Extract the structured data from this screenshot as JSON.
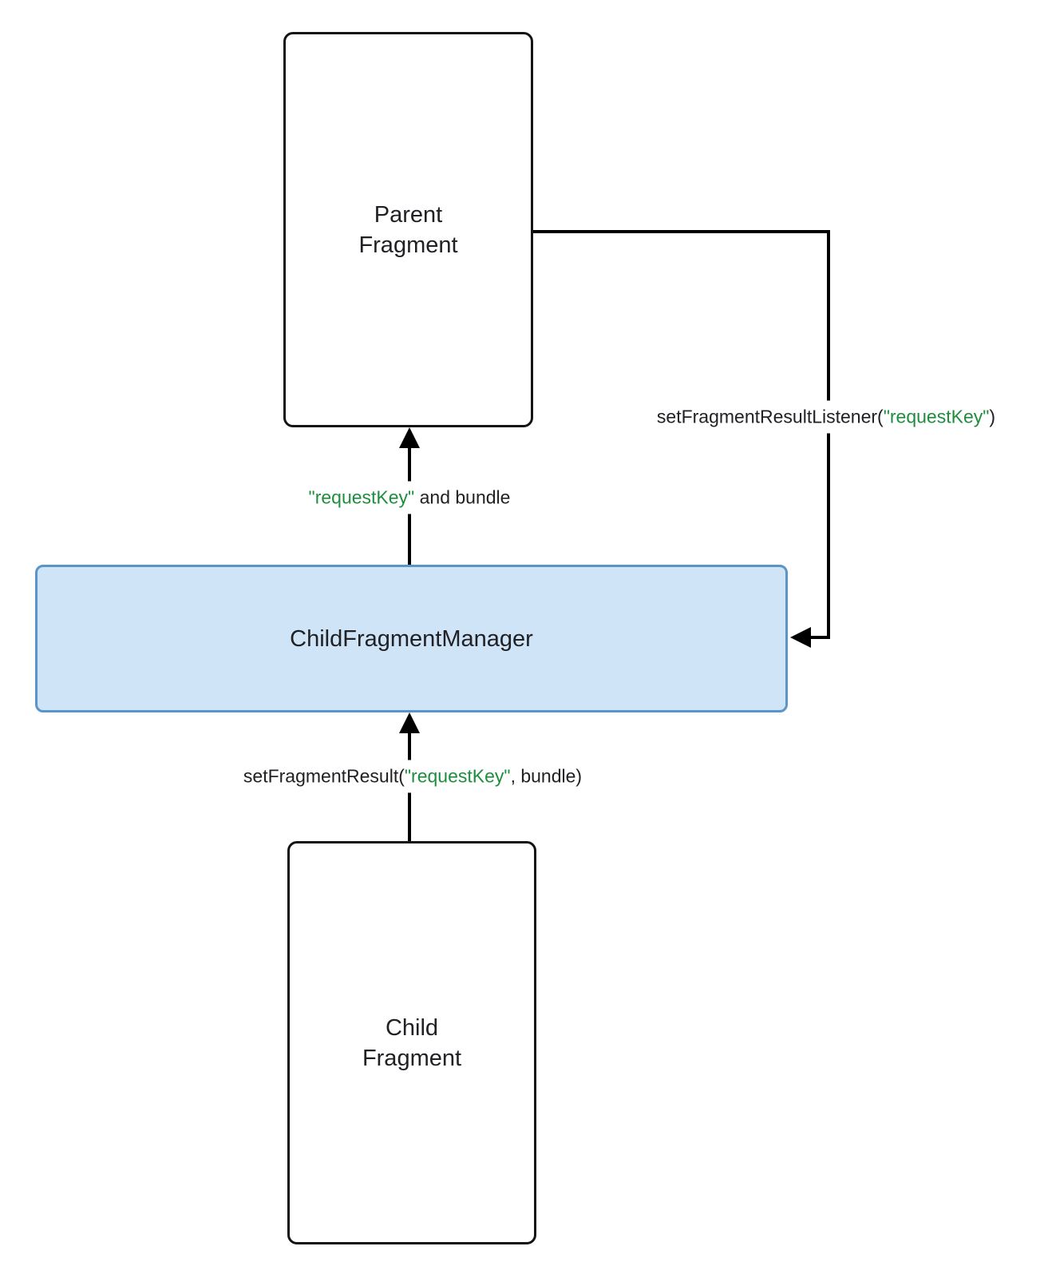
{
  "colors": {
    "string_literal_green": "#1e8e3e",
    "cfm_fill": "#d0e4f8",
    "cfm_border": "#5b94c8",
    "line_black": "#000000",
    "text_dark": "#202124"
  },
  "nodes": {
    "parent": {
      "line1": "Parent",
      "line2": "Fragment"
    },
    "cfm": {
      "label": "ChildFragmentManager"
    },
    "child": {
      "line1": "Child",
      "line2": "Fragment"
    }
  },
  "edges": {
    "listener": {
      "prefix": "setFragmentResultListener(",
      "key": "\"requestKey\"",
      "suffix": ")"
    },
    "deliver": {
      "key": "\"requestKey\"",
      "suffix": " and bundle"
    },
    "set_result": {
      "prefix": "setFragmentResult(",
      "key": "\"requestKey\"",
      "suffix": ", bundle)"
    }
  }
}
